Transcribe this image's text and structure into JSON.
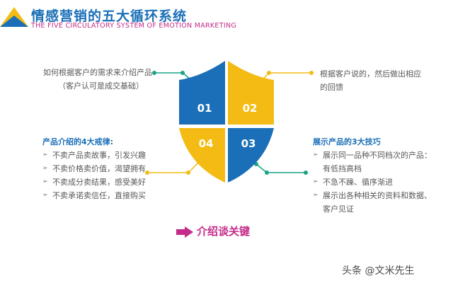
{
  "header": {
    "title_cn": "情感营销的五大循环系统",
    "title_en": "THE FIVE CIRCULATORY SYSTEM OF EMOTION MARKETING"
  },
  "colors": {
    "blue": "#1a6fb8",
    "yellow": "#f4bb14",
    "magenta": "#c42b8a",
    "teal": "#1aa383"
  },
  "shield": {
    "q1": "01",
    "q2": "02",
    "q3": "03",
    "q4": "04"
  },
  "top_left": {
    "line1": "如何根据客户的需求来介绍产品",
    "line2": "（客户认可是成交基础）"
  },
  "top_right": {
    "line1": "根据客户说的，然后做出相应",
    "line2": "的回馈"
  },
  "bottom_left": {
    "heading": "产品介绍的4大戒律:",
    "items": [
      "不卖产品卖故事，引发兴趣",
      "不卖价格卖价值，渴望拥有",
      "不卖成分卖结果，感受美好",
      "不卖承诺卖信任，直接购买"
    ]
  },
  "bottom_right": {
    "heading": "展示产品的3大技巧",
    "items": [
      {
        "line1": "展示同一品种不同档次的产品：",
        "line2": "有低挡高档"
      },
      {
        "line1": "不急不躁、循序渐进",
        "line2": ""
      },
      {
        "line1": "展示出各种相关的资料和数据、",
        "line2": "客户见证"
      }
    ]
  },
  "key": {
    "label": "介绍谈关键"
  },
  "watermark": "头条 @文米先生"
}
